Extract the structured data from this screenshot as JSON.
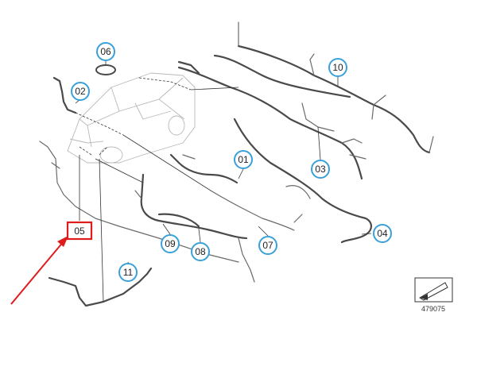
{
  "callouts": [
    {
      "id": "c01",
      "label": "01"
    },
    {
      "id": "c02",
      "label": "02"
    },
    {
      "id": "c03",
      "label": "03"
    },
    {
      "id": "c04",
      "label": "04"
    },
    {
      "id": "c05",
      "label": "05"
    },
    {
      "id": "c06",
      "label": "06"
    },
    {
      "id": "c07",
      "label": "07"
    },
    {
      "id": "c08",
      "label": "08"
    },
    {
      "id": "c09",
      "label": "09"
    },
    {
      "id": "c10",
      "label": "10"
    },
    {
      "id": "c11",
      "label": "11"
    }
  ],
  "highlight": {
    "label": "05",
    "color": "#e01b1b"
  },
  "accent_color": "#3aa0d8",
  "reference_number": "479075"
}
